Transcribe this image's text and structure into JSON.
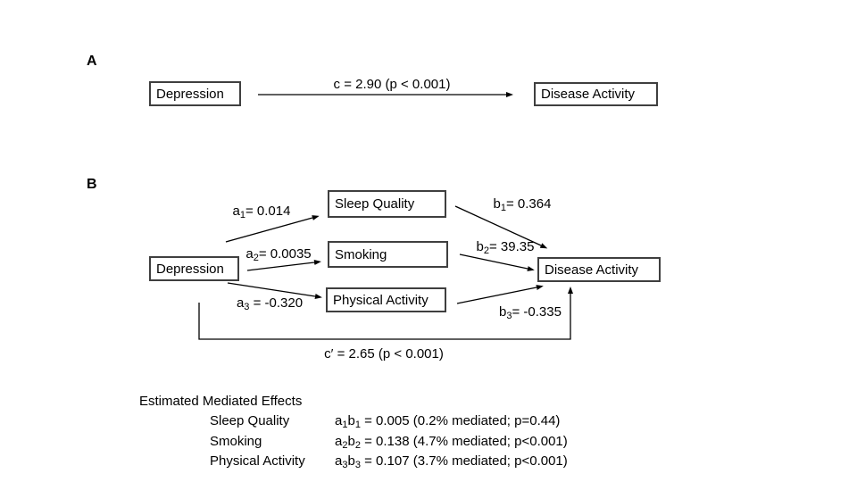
{
  "colors": {
    "background": "#ffffff",
    "text": "#000000",
    "box_border": "#3f3f3f",
    "line": "#000000"
  },
  "panel_a": {
    "label": "A",
    "nodes": {
      "predictor": "Depression",
      "outcome": "Disease Activity"
    },
    "path_c": "c = 2.90 (p < 0.001)"
  },
  "panel_b": {
    "label": "B",
    "nodes": {
      "predictor": "Depression",
      "mediator1": "Sleep Quality",
      "mediator2": "Smoking",
      "mediator3": "Physical Activity",
      "outcome": "Disease Activity"
    },
    "paths": {
      "a1": {
        "base": "a",
        "sub": "1",
        "value": "= 0.014"
      },
      "a2": {
        "base": "a",
        "sub": "2",
        "value": "= 0.0035"
      },
      "a3": {
        "base": "a",
        "sub": "3",
        "value": " = -0.320"
      },
      "b1": {
        "base": "b",
        "sub": "1",
        "value": "= 0.364"
      },
      "b2": {
        "base": "b",
        "sub": "2",
        "value": "= 39.35"
      },
      "b3": {
        "base": "b",
        "sub": "3",
        "value": "= -0.335"
      },
      "c_prime": "c′ = 2.65 (p < 0.001)"
    }
  },
  "effects": {
    "title": "Estimated Mediated Effects",
    "rows": [
      {
        "label": "Sleep Quality",
        "term1": "a",
        "sub1": "1",
        "term2": "b",
        "sub2": "1",
        "value": " = 0.005 (0.2% mediated; p=0.44)"
      },
      {
        "label": "Smoking",
        "term1": "a",
        "sub1": "2",
        "term2": "b",
        "sub2": "2",
        "value": " = 0.138 (4.7% mediated; p<0.001)"
      },
      {
        "label": "Physical Activity",
        "term1": "a",
        "sub1": "3",
        "term2": "b",
        "sub2": "3",
        "value": " = 0.107 (3.7% mediated; p<0.001)"
      }
    ]
  }
}
